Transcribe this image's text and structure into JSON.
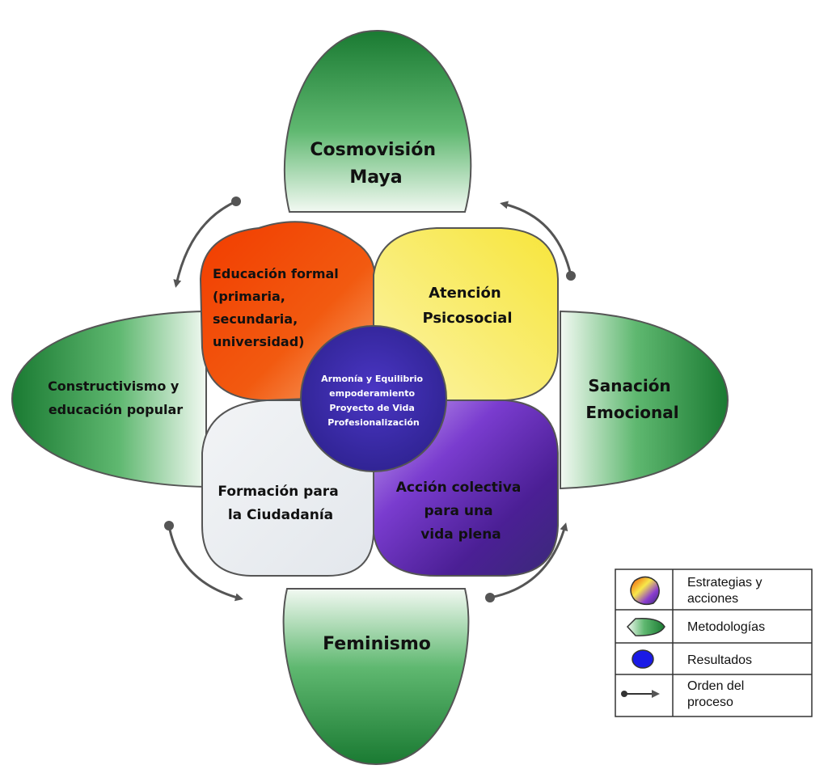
{
  "diagram": {
    "methodologies": {
      "top": [
        "Cosmovisión",
        "Maya"
      ],
      "left": [
        "Constructivismo y",
        "educación popular"
      ],
      "right": [
        "Sanación",
        "Emocional"
      ],
      "bottom": [
        "Feminismo"
      ]
    },
    "strategies": {
      "top_left": [
        "Educación formal",
        "(primaria,",
        "secundaria,",
        "universidad)"
      ],
      "top_right": [
        "Atención",
        "Psicosocial"
      ],
      "bottom_left": [
        "Formación para",
        "la Ciudadanía"
      ],
      "bottom_right": [
        "Acción colectiva",
        "para una",
        "vida plena"
      ]
    },
    "result": [
      "Armonía y Equilibrio",
      "empoderamiento",
      "Proyecto de Vida",
      "Profesionalización"
    ]
  },
  "legend": {
    "strategies_label": [
      "Estrategias y",
      "acciones"
    ],
    "methodologies_label": "Metodologías",
    "results_label": "Resultados",
    "order_label": [
      "Orden del",
      "proceso"
    ]
  },
  "colors": {
    "methodology_green": "#1e8a3a",
    "strategy_orange": "#f04a00",
    "strategy_yellow": "#f7e84a",
    "strategy_light": "#e8ebef",
    "strategy_purple": "#5a2a9a",
    "result_blue": "#3b2aa8",
    "arrow": "#555555"
  }
}
